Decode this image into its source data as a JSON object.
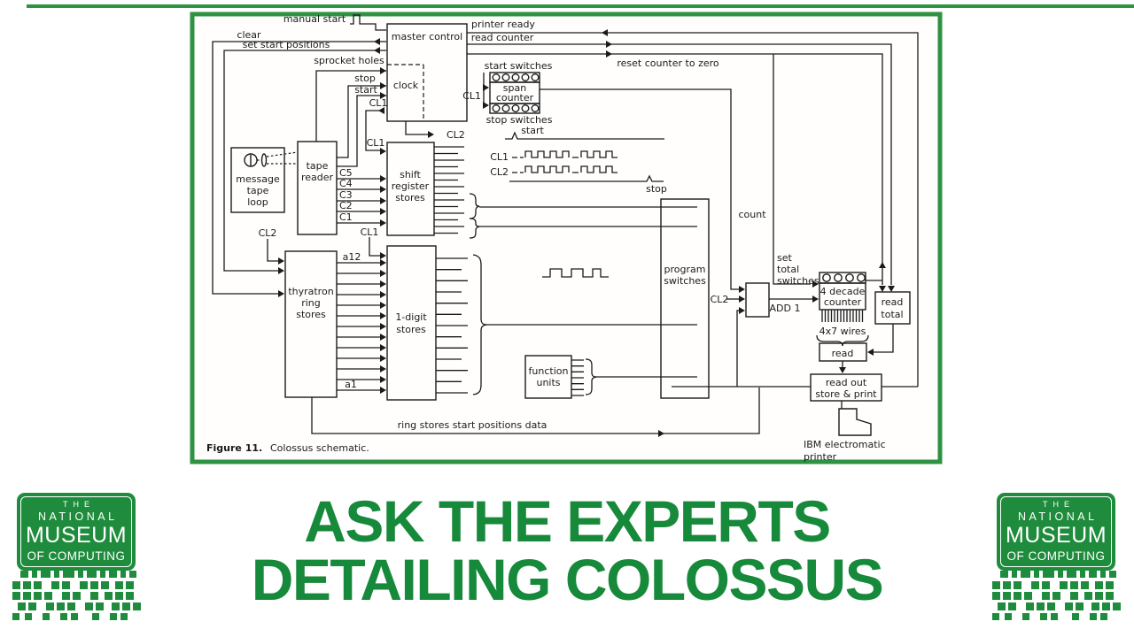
{
  "page": {
    "background": "#ffffff",
    "top_bar_color": "#2e9442",
    "logo_green": "#1e8c3c",
    "title_green": "#17893a",
    "panel_border_green": "#2f9242",
    "ink_color": "#1b1b1b"
  },
  "title": {
    "line1": "ASK THE EXPERTS",
    "line2": "DETAILING COLOSSUS"
  },
  "logo": {
    "the": "THE",
    "national": "NATIONAL",
    "museum": "MUSEUM",
    "of_computing": "OF COMPUTING"
  },
  "figure": {
    "caption_bold": "Figure 11.",
    "caption_rest": "Colossus schematic."
  },
  "schematic": {
    "labels": {
      "manual_start": "manual start",
      "clear": "clear",
      "set_start_positions": "set start positions",
      "sprocket_holes": "sprocket holes",
      "stop": "stop",
      "start": "start",
      "cl1": "CL1",
      "cl2": "CL2",
      "master_control": "master control",
      "clock": "clock",
      "printer_ready": "printer ready",
      "read_counter": "read counter",
      "reset_counter": "reset counter to zero",
      "start_switches": "start switches",
      "stop_switches": "stop switches",
      "span_counter": [
        "span",
        "counter"
      ],
      "message_tape_loop": [
        "message",
        "tape",
        "loop"
      ],
      "tape_reader": [
        "tape",
        "reader"
      ],
      "c5": "C5",
      "c4": "C4",
      "c3": "C3",
      "c2": "C2",
      "c1": "C1",
      "shift_register_stores": [
        "shift",
        "register",
        "stores"
      ],
      "thyratron_ring_stores": [
        "thyratron",
        "ring",
        "stores"
      ],
      "a12": "a12",
      "a1": "a1",
      "one_digit_stores": [
        "1-digit",
        "stores"
      ],
      "function_units": [
        "function",
        "units"
      ],
      "program_switches": [
        "program",
        "switches"
      ],
      "count": "count",
      "add1": "ADD 1",
      "set_total_switches": [
        "set",
        "total",
        "switches"
      ],
      "four_decade_counter": [
        "4 decade",
        "counter"
      ],
      "wires_4x7": "4x7 wires",
      "read_total": [
        "read",
        "total"
      ],
      "read": "read",
      "read_out_store_print": [
        "read out",
        "store & print"
      ],
      "ibm_printer": [
        "IBM  electromatic",
        "printer"
      ],
      "ring_stores_data": "ring stores start positions data"
    }
  }
}
